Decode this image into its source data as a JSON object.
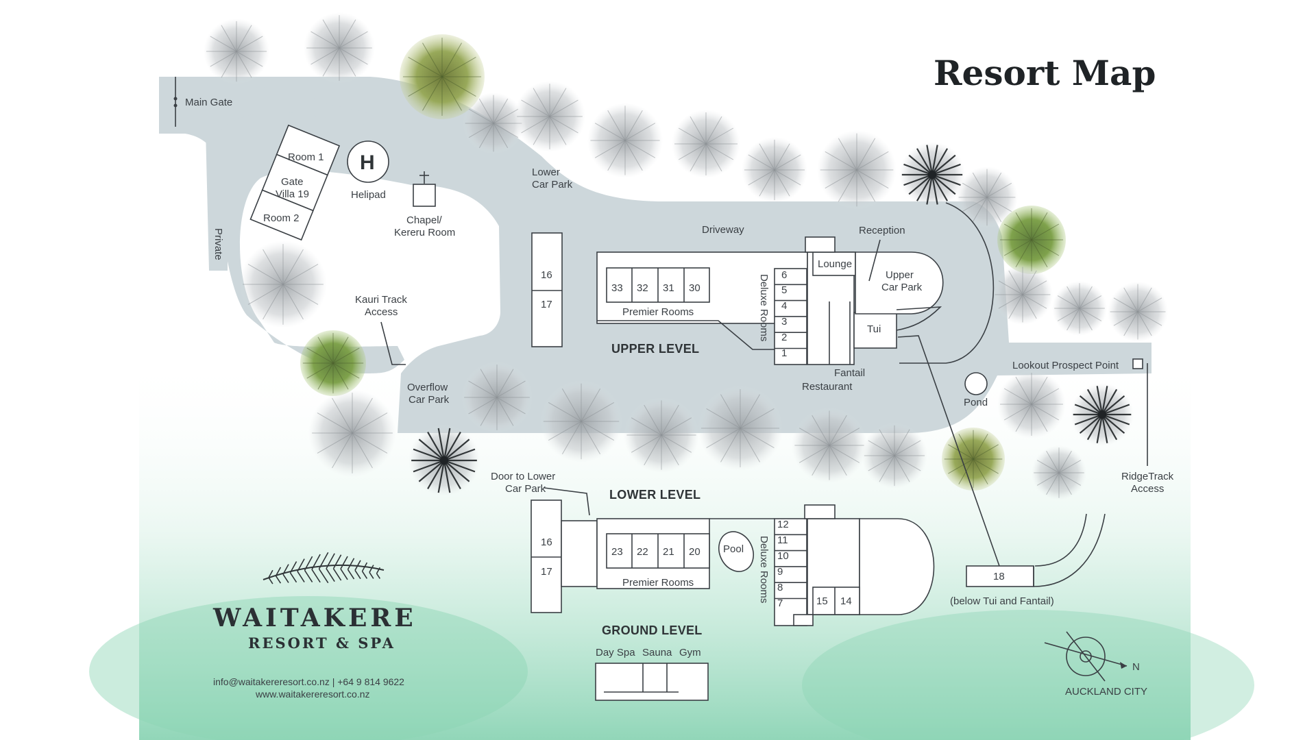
{
  "title": "Resort Map",
  "brand": {
    "name_line1": "WAITAKERE",
    "name_line2": "RESORT & SPA",
    "contact": "info@waitakereresort.co.nz  |  +64 9 814 9622",
    "website": "www.waitakereresort.co.nz"
  },
  "labels": {
    "main_gate": "Main Gate",
    "private": "Private",
    "room1": "Room 1",
    "gate_villa_1": "Gate",
    "gate_villa_2": "Villa 19",
    "room2": "Room 2",
    "helipad_symbol": "H",
    "helipad": "Helipad",
    "chapel_1": "Chapel/",
    "chapel_2": "Kereru Room",
    "lower_car_park_1": "Lower",
    "lower_car_park_2": "Car Park",
    "kauri_1": "Kauri Track",
    "kauri_2": "Access",
    "overflow_1": "Overflow",
    "overflow_2": "Car Park",
    "driveway": "Driveway",
    "reception": "Reception",
    "lounge": "Lounge",
    "upper_car_park_1": "Upper",
    "upper_car_park_2": "Car Park",
    "tui": "Tui",
    "fantail": "Fantail",
    "restaurant": "Restaurant",
    "premier_rooms_upper": "Premier Rooms",
    "deluxe_rooms_upper": "Deluxe Rooms",
    "upper_level": "UPPER LEVEL",
    "pond": "Pond",
    "lookout": "Lookout Prospect Point",
    "ridge_1": "RidgeTrack",
    "ridge_2": "Access",
    "door_lower_1": "Door to Lower",
    "door_lower_2": "Car Park",
    "lower_level": "LOWER LEVEL",
    "premier_rooms_lower": "Premier Rooms",
    "deluxe_rooms_lower": "Deluxe Rooms",
    "pool": "Pool",
    "below_tui": "(below Tui and Fantail)",
    "ground_level": "GROUND LEVEL",
    "day_spa": "Day Spa",
    "sauna": "Sauna",
    "gym": "Gym",
    "compass_n": "N",
    "auckland_city": "AUCKLAND CITY"
  },
  "rooms": {
    "upper_side_top": "16",
    "upper_side_bottom": "17",
    "upper_premier": [
      "33",
      "32",
      "31",
      "30"
    ],
    "upper_deluxe": [
      "6",
      "5",
      "4",
      "3",
      "2",
      "1"
    ],
    "lower_side_top": "16",
    "lower_side_bottom": "17",
    "lower_premier": [
      "23",
      "22",
      "21",
      "20"
    ],
    "lower_deluxe": [
      "12",
      "11",
      "10",
      "9",
      "8",
      "7"
    ],
    "lower_extra": [
      "15",
      "14"
    ],
    "room_18": "18"
  },
  "colors": {
    "road": "#cdd7db",
    "mist_green": "#6fcba6",
    "line": "#3a3f44",
    "canopy_dark": "#5d6a44",
    "canopy_light": "#8fb45a"
  }
}
